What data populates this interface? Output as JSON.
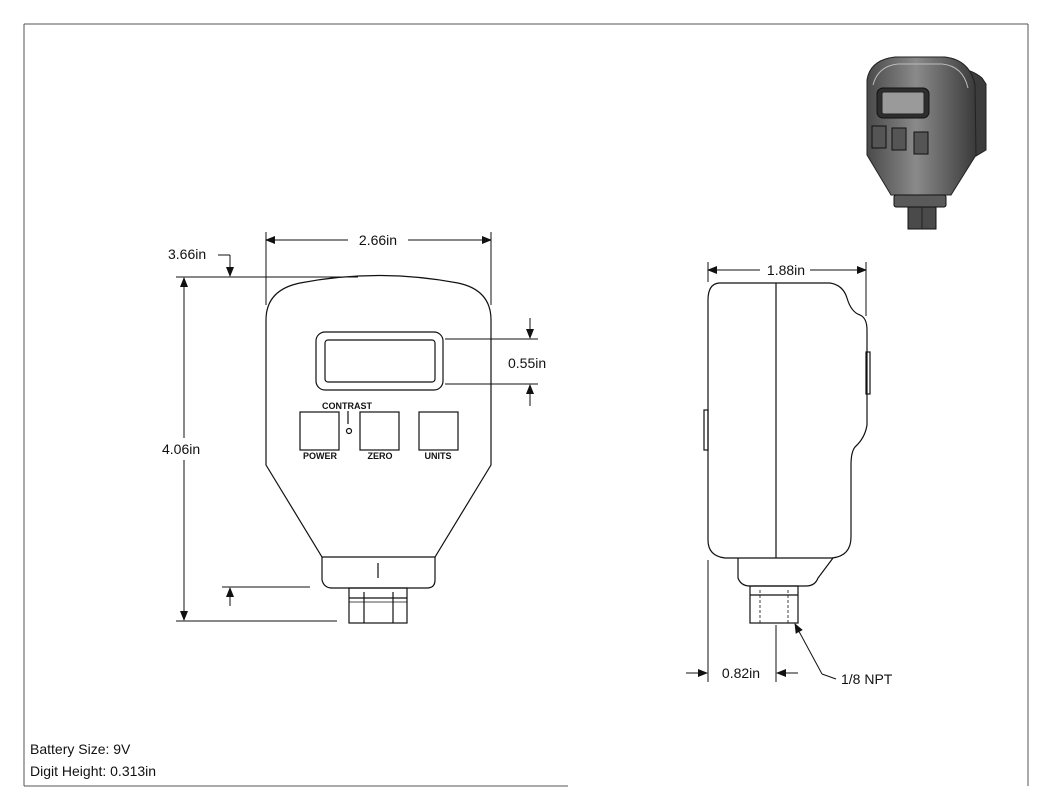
{
  "dimensions": {
    "front_width": "2.66in",
    "top_offset": "3.66in",
    "overall_height": "4.06in",
    "display_height": "0.55in",
    "side_width": "1.88in",
    "fitting_offset": "0.82in"
  },
  "labels": {
    "contrast": "CONTRAST",
    "power": "POWER",
    "zero": "ZERO",
    "units": "UNITS",
    "thread": "1/8 NPT"
  },
  "notes": {
    "battery": "Battery Size: 9V",
    "digit_height": "Digit Height: 0.313in"
  },
  "colors": {
    "line": "#111111",
    "housing_render": "#6f6f6f"
  }
}
